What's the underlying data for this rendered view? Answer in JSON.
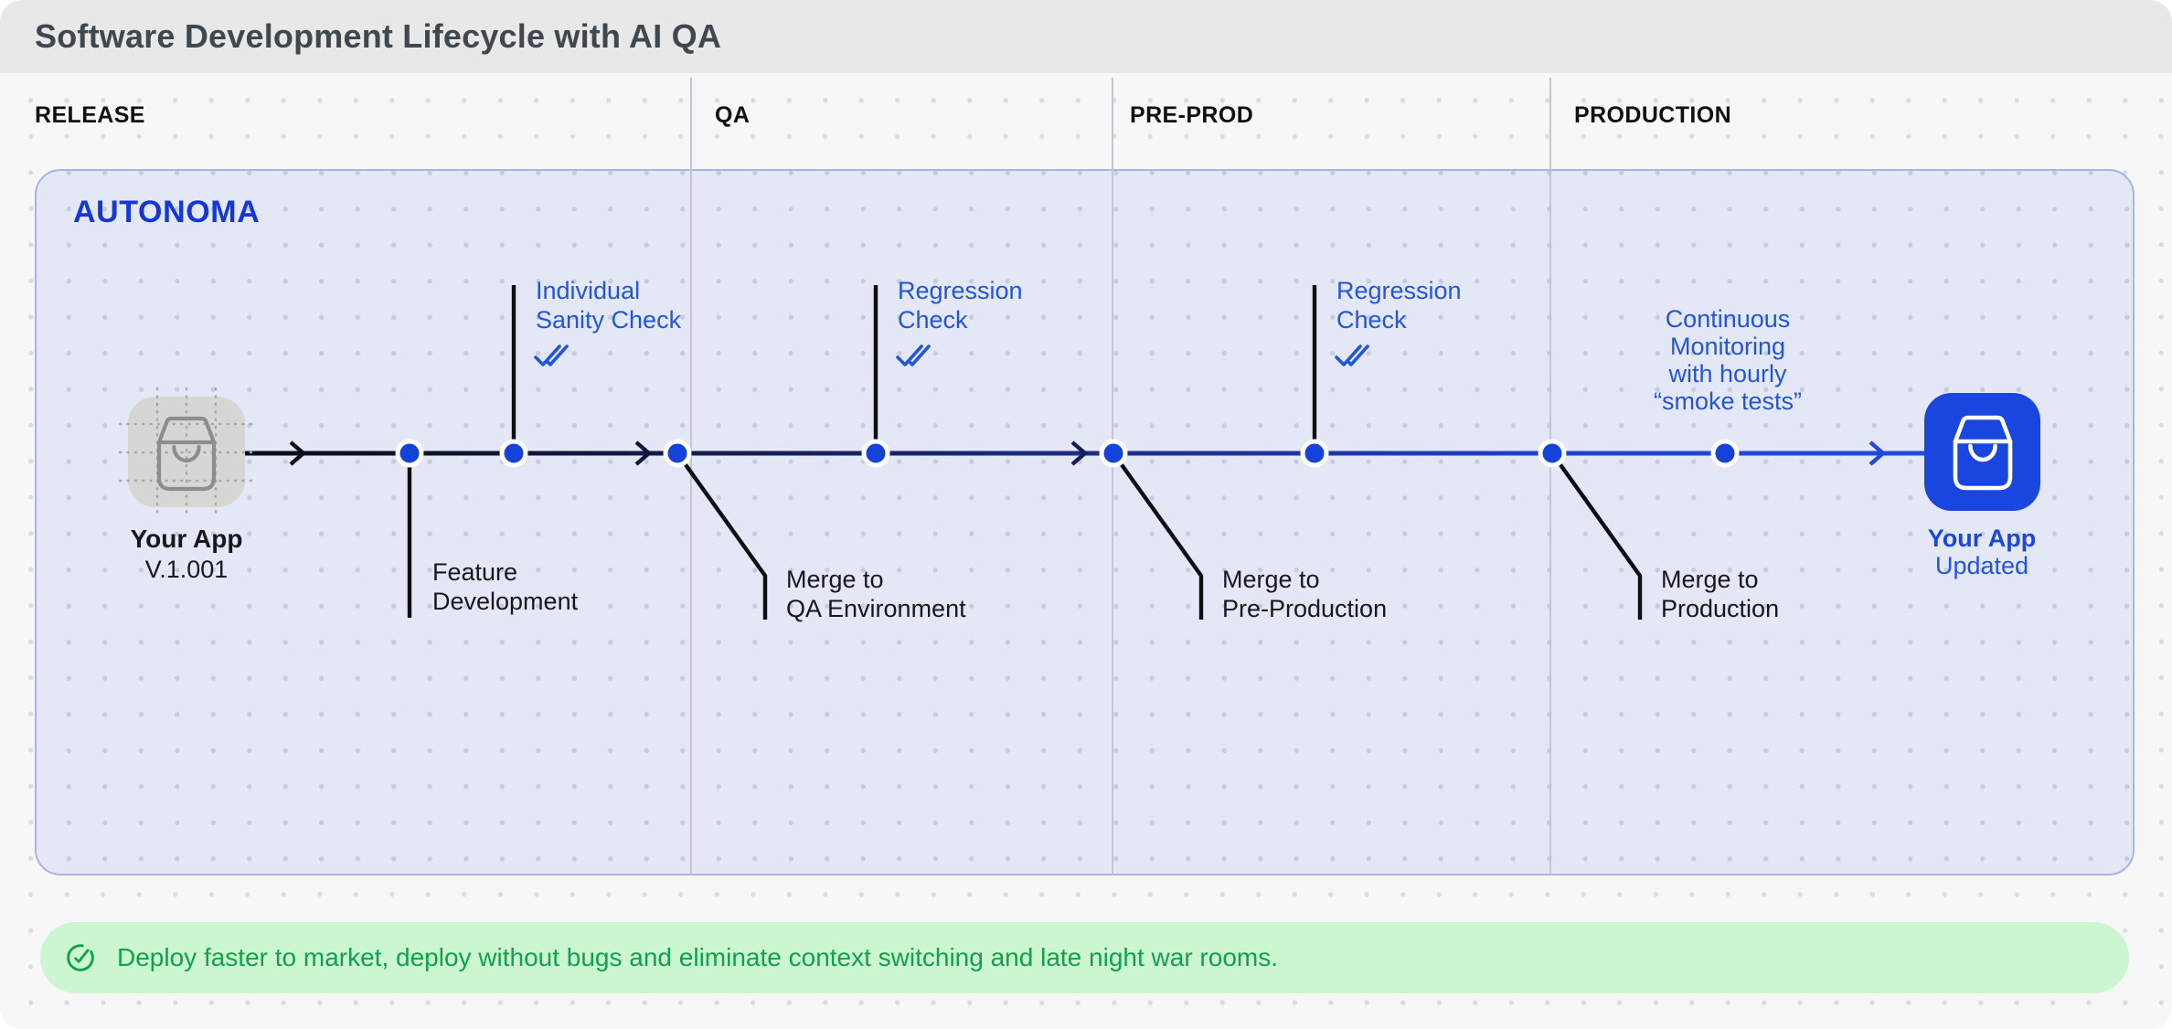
{
  "header": {
    "title": "Software Development Lifecycle with AI QA"
  },
  "stages": [
    {
      "label": "RELEASE"
    },
    {
      "label": "QA"
    },
    {
      "label": "PRE-PROD"
    },
    {
      "label": "PRODUCTION"
    }
  ],
  "panel": {
    "brand": "AUTONOMA"
  },
  "flow": {
    "start_app": {
      "name": "Your App",
      "version": "V.1.001"
    },
    "end_app": {
      "name": "Your App",
      "status": "Updated"
    },
    "labels": {
      "feature_development": "Feature\nDevelopment",
      "individual_sanity_check": "Individual\nSanity Check",
      "regression_check_qa": "Regression\nCheck",
      "regression_check_preprod": "Regression\nCheck",
      "merge_to_qa": "Merge to\nQA Environment",
      "merge_to_preprod": "Merge to\nPre-Production",
      "merge_to_production": "Merge to\nProduction",
      "continuous_monitoring": "Continuous\nMonitoring\nwith hourly\n“smoke tests”"
    }
  },
  "banner": {
    "text": "Deploy faster to market, deploy without bugs and eliminate context switching and late night war rooms."
  },
  "colors": {
    "accent_blue": "#1542d9",
    "label_blue": "#2355d9",
    "timeline_start": "#0a0c12",
    "timeline_end": "#2349e4",
    "success_green": "#12a14b",
    "success_bg": "#ccf6d0"
  }
}
